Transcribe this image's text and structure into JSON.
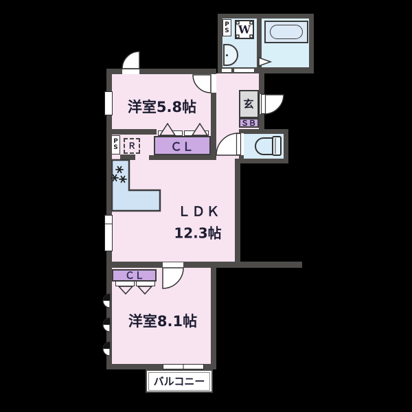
{
  "floorplan": {
    "rooms": {
      "bedroom1": {
        "label": "洋室5.8帖"
      },
      "ldk": {
        "label": "ＬＤＫ",
        "size": "12.3帖"
      },
      "bedroom2": {
        "label": "洋室8.1帖"
      },
      "balcony": {
        "label": "バルコニー"
      },
      "entrance": {
        "label": "玄"
      },
      "shoe_box": {
        "label": "ＳＢ"
      },
      "closet1": {
        "label": "ＣＬ"
      },
      "closet2": {
        "label": "ＣＬ"
      },
      "refrigerator": {
        "label": "Ｒ"
      },
      "washer": {
        "label": "W"
      },
      "pipe_space_top": {
        "label": "PS"
      },
      "pipe_space_left": {
        "label": "PS"
      }
    },
    "colors": {
      "wall": "#4e4c4a",
      "room_pink": "#f8e4f1",
      "water_blue": "#d9edf8",
      "bathtub_blue": "#dce9f7",
      "kitchen_blue": "#cfe3f5",
      "closet_purple": "#cbaae3",
      "entry_gray": "#dbdbdb",
      "background": "#000000"
    }
  }
}
